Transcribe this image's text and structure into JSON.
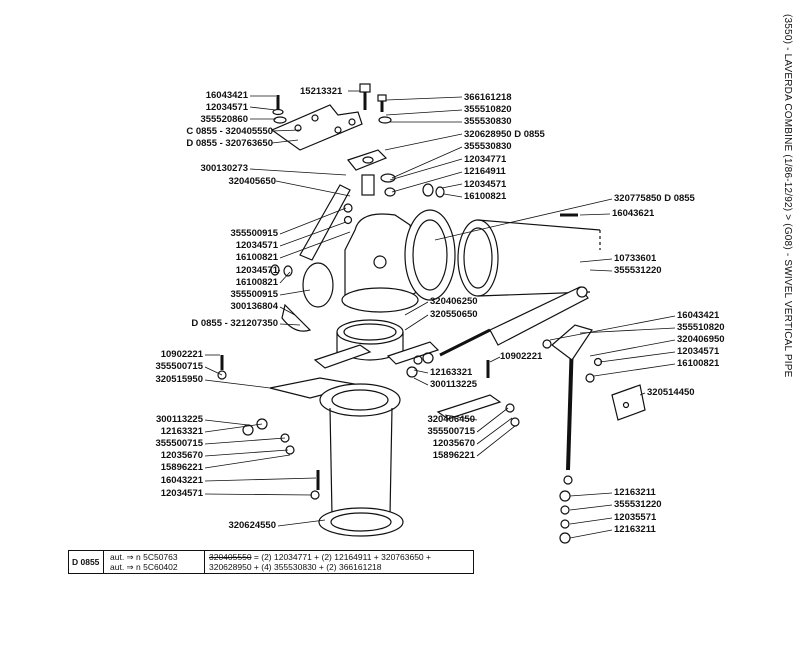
{
  "title": "(3550) - LAVERDA COMBINE (1/86-12/92) > (G08) - SWIVEL VERTICAL PIPE",
  "labels": {
    "l01": "16043421",
    "l02": "12034571",
    "l03": "355520860",
    "l04": "C 0855 - 320405550",
    "l05": "D 0855 - 320763650",
    "l06": "15213321",
    "l07": "366161218",
    "l08": "355510820",
    "l09": "355530830",
    "l10": "320628950 D 0855",
    "l11": "355530830",
    "l12": "12034771",
    "l13": "12164911",
    "l14": "12034571",
    "l15": "16100821",
    "l16": "300130273",
    "l17": "320405650",
    "l18": "320775850 D 0855",
    "l19": "16043621",
    "l20": "355500915",
    "l21": "12034571",
    "l22": "16100821",
    "l23": "12034571",
    "l24": "16100821",
    "l25": "355500915",
    "l26": "300136804",
    "l27": "D 0855 - 321207350",
    "l28": "10733601",
    "l29": "355531220",
    "l30": "320406250",
    "l31": "320550650",
    "l32": "16043421",
    "l33": "355510820",
    "l34": "320406950",
    "l35": "12034571",
    "l36": "16100821",
    "l37": "10902221",
    "l38": "355500715",
    "l39": "320515950",
    "l40": "12163321",
    "l41": "10902221",
    "l42": "300113225",
    "l43": "320514450",
    "l44": "300113225",
    "l45": "12163321",
    "l46": "355500715",
    "l47": "12035670",
    "l48": "15896221",
    "l49": "320406450",
    "l50": "355500715",
    "l51": "12035670",
    "l52": "15896221",
    "l53": "16043221",
    "l54": "12034571",
    "l55": "320624550",
    "l56": "12163211",
    "l57": "355531220",
    "l58": "12035571",
    "l59": "12163211"
  },
  "note": {
    "code": "D 0855",
    "rows": [
      {
        "aut": "aut. ⇒ n  5C50763",
        "text_strike": "320405550",
        "text": " = (2) 12034771 + (2) 12164911 + 320763650 +"
      },
      {
        "aut": "aut. ⇒ n  5C60402",
        "text_strike": "",
        "text": "320628950 + (4) 355530830 + (2) 366161218"
      }
    ]
  }
}
